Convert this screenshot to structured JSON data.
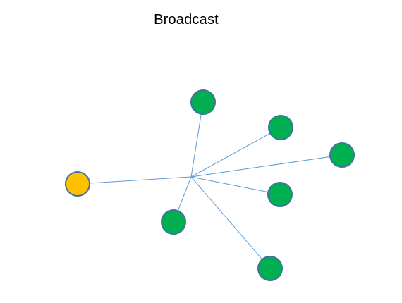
{
  "diagram": {
    "title": "Broadcast",
    "colors": {
      "background": "#ffffff",
      "edge": "#5b9bd5",
      "node_stroke": "#41719c",
      "source_fill": "#ffc000",
      "receiver_fill": "#00b050"
    },
    "nodes": [
      {
        "id": "source",
        "role": "sender",
        "fill": "#ffc000"
      },
      {
        "id": "receiver-1",
        "role": "receiver",
        "fill": "#00b050"
      },
      {
        "id": "receiver-2",
        "role": "receiver",
        "fill": "#00b050"
      },
      {
        "id": "receiver-3",
        "role": "receiver",
        "fill": "#00b050"
      },
      {
        "id": "receiver-4",
        "role": "receiver",
        "fill": "#00b050"
      },
      {
        "id": "receiver-5",
        "role": "receiver",
        "fill": "#00b050"
      },
      {
        "id": "receiver-6",
        "role": "receiver",
        "fill": "#00b050"
      }
    ],
    "edges": [
      {
        "from": "source",
        "to": "hub"
      },
      {
        "from": "hub",
        "to": "receiver-1"
      },
      {
        "from": "hub",
        "to": "receiver-2"
      },
      {
        "from": "hub",
        "to": "receiver-3"
      },
      {
        "from": "hub",
        "to": "receiver-4"
      },
      {
        "from": "hub",
        "to": "receiver-5"
      },
      {
        "from": "hub",
        "to": "receiver-6"
      }
    ]
  }
}
